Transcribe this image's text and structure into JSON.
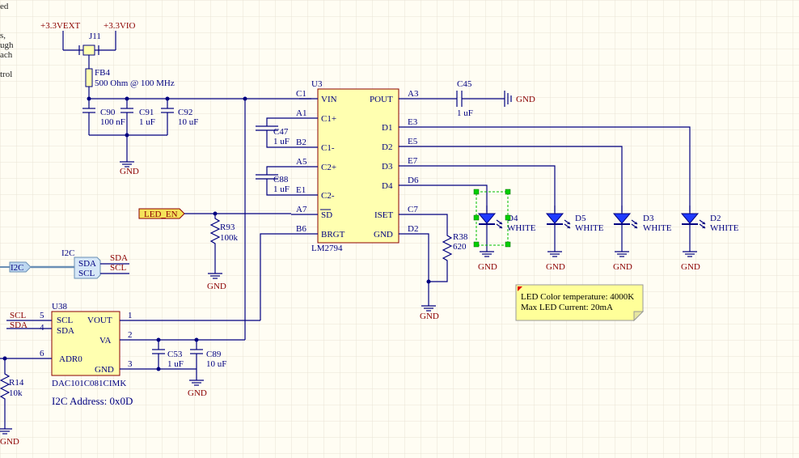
{
  "left_notes": [
    "ed",
    "s,",
    "ugh",
    "ach",
    "trol"
  ],
  "power": {
    "vext": "+3.3VEXT",
    "vio": "+3.3VIO",
    "gnd": "GND"
  },
  "parts": {
    "j11": "J11",
    "fb4": "FB4",
    "fb4_value": "500 Ohm @ 100 MHz",
    "c90": "C90",
    "c90_value": "100 nF",
    "c91": "C91",
    "c91_value": "1 uF",
    "c92": "C92",
    "c92_value": "10 uF",
    "c47": "C47",
    "c47_value": "1 uF",
    "c88": "C88",
    "c88_value": "1 uF",
    "c45": "C45",
    "c45_value": "1 uF",
    "r93": "R93",
    "r93_value": "100k",
    "r38": "R38",
    "r38_value": "620",
    "r14": "R14",
    "r14_value": "10k",
    "c53": "C53",
    "c53_value": "1 uF",
    "c89": "C89",
    "c89_value": "10 uF",
    "u3": "U3",
    "u3_part": "LM2794",
    "u38": "U38",
    "u38_part": "DAC101C081CIMK",
    "d4": "D4",
    "d5": "D5",
    "d3": "D3",
    "d2": "D2",
    "led_value": "WHITE"
  },
  "u3_pins": {
    "left": [
      {
        "num": "C1",
        "name": "VIN"
      },
      {
        "num": "A1",
        "name": "C1+"
      },
      {
        "num": "B2",
        "name": "C1-"
      },
      {
        "num": "A5",
        "name": "C2+"
      },
      {
        "num": "E1",
        "name": "C2-"
      },
      {
        "num": "A7",
        "name": "SD"
      },
      {
        "num": "B6",
        "name": "BRGT"
      }
    ],
    "right": [
      {
        "num": "A3",
        "name": "POUT"
      },
      {
        "num": "E3",
        "name": "D1"
      },
      {
        "num": "E5",
        "name": "D2"
      },
      {
        "num": "E7",
        "name": "D3"
      },
      {
        "num": "D6",
        "name": "D4"
      },
      {
        "num": "C7",
        "name": "ISET"
      },
      {
        "num": "D2",
        "name": "GND"
      }
    ]
  },
  "u38_pins": {
    "left": [
      {
        "num": "5",
        "name": "SCL"
      },
      {
        "num": "4",
        "name": "SDA"
      },
      {
        "num": "6",
        "name": "ADR0"
      }
    ],
    "right": [
      {
        "num": "1",
        "name": "VOUT"
      },
      {
        "num": "2",
        "name": "VA"
      },
      {
        "num": "3",
        "name": "GND"
      }
    ]
  },
  "nets": {
    "led_en": "LED_EN",
    "i2c": "I2C",
    "sda": "SDA",
    "scl": "SCL",
    "harness": "I2C",
    "harness_sda": "SDA",
    "harness_scl": "SCL"
  },
  "i2c_address": "I2C Address: 0x0D",
  "note": {
    "line1": "LED Color temperature: 4000K",
    "line2": "Max LED Current: 20mA"
  },
  "colors": {
    "background": "#fffdf3",
    "grid": "#e8e4d6",
    "wire": "#000080",
    "component_fill": "#ffffb0",
    "power_text": "#8b0000",
    "led_fill": "#1f3bff",
    "selection": "#00c000",
    "net_label_fill": "#f5e35a"
  }
}
